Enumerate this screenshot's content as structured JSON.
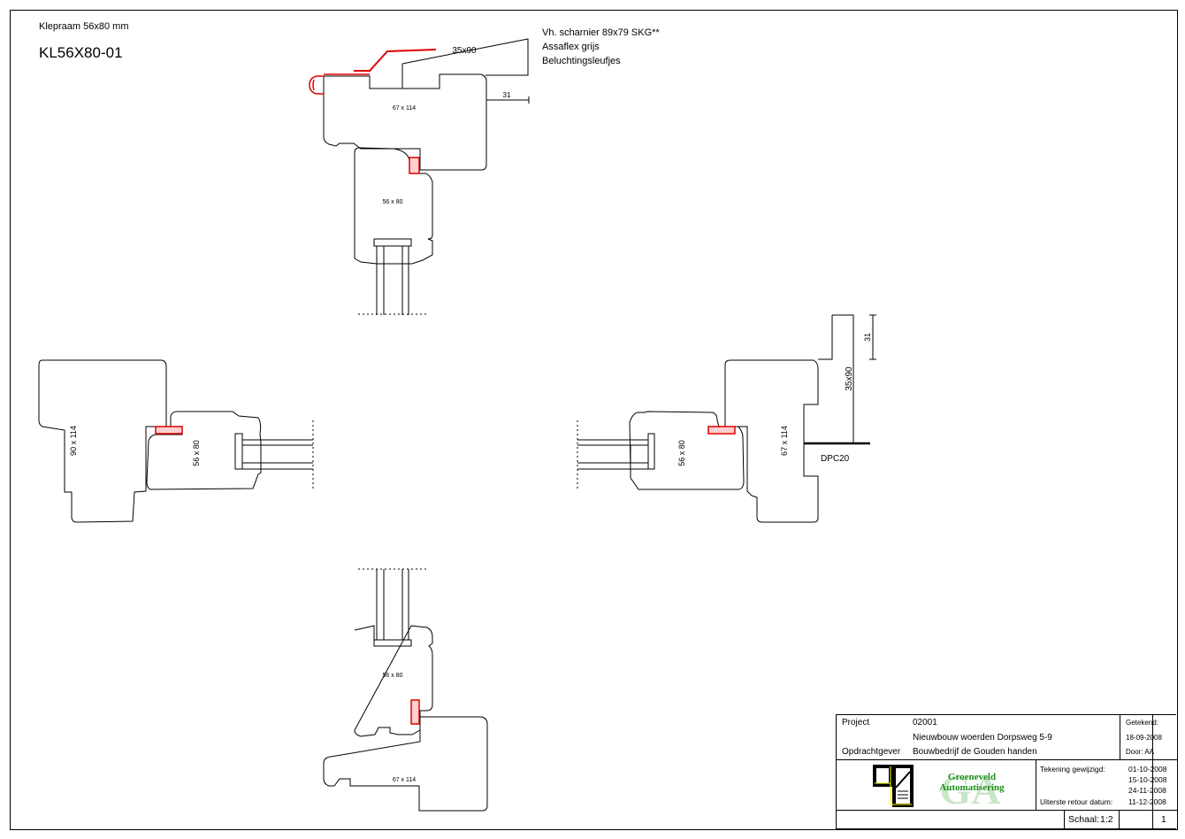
{
  "drawing": {
    "subtitle": "Klepraam 56x80 mm",
    "code": "KL56X80-01",
    "notes": [
      "Vh. scharnier 89x79 SKG**",
      "Assaflex grijs",
      "Beluchtingsleufjes"
    ],
    "colors": {
      "line": "#000000",
      "seal": "#e00000",
      "logo_green": "#1a8f1a",
      "logo_pale": "#c8e6c8",
      "logo_yellow": "#ffff00"
    },
    "sections": {
      "top": {
        "frame_label": "67 x 114",
        "sash_label": "56 x 80",
        "sill_label": "35x90",
        "dim_label": "31"
      },
      "left": {
        "frame_label": "90 x 114",
        "sash_label": "56 x 80"
      },
      "right": {
        "frame_label": "67 x 114",
        "sash_label": "56 x 80",
        "sill_label": "35x90",
        "dim_label": "31",
        "dpc_label": "DPC20"
      },
      "bottom": {
        "frame_label": "67 x 114",
        "sash_label": "56 x 80"
      }
    }
  },
  "title_block": {
    "project_label": "Project",
    "project_number": "02001",
    "project_name": "Nieuwbouw woerden Dorpsweg 5-9",
    "client_label": "Opdrachtgever",
    "client_name": "Bouwbedrijf de Gouden handen",
    "drawn_label": "Getekend:",
    "drawn_date": "18-09-2008",
    "drawn_by": "Door: AA",
    "logo_line1": "Groeneveld",
    "logo_line2": "Automatisering",
    "logo_mark": "GA",
    "changed_label": "Tekening gewijzigd:",
    "changed_dates": [
      "01-10-2008",
      "15-10-2008",
      "24-11-2008"
    ],
    "return_label": "Uiterste retour datum:",
    "return_date": "11-12-2008",
    "scale_label": "Schaal:",
    "scale_value": "1:2",
    "sheet_number": "1"
  }
}
